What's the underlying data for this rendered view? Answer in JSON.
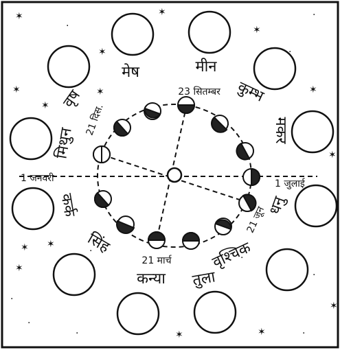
{
  "zodiac": {
    "mesh": "मेष",
    "meen": "मीन",
    "kumbh": "कुम्भ",
    "makar": "मकर",
    "dhanu": "धनु",
    "vrishchik": "वृश्चिक",
    "tula": "तुला",
    "kanya": "कन्या",
    "simha": "सिंह",
    "kark": "कर्क",
    "mithun": "मिथुन",
    "vrish": "वृष"
  },
  "dates": {
    "jan1": "1 जनवरी",
    "jul1": "1 जुलाई",
    "sep23": "23 सितम्बर",
    "mar21": "21 मार्च",
    "jun21": "21 जून",
    "dec21": "21 दिस."
  }
}
